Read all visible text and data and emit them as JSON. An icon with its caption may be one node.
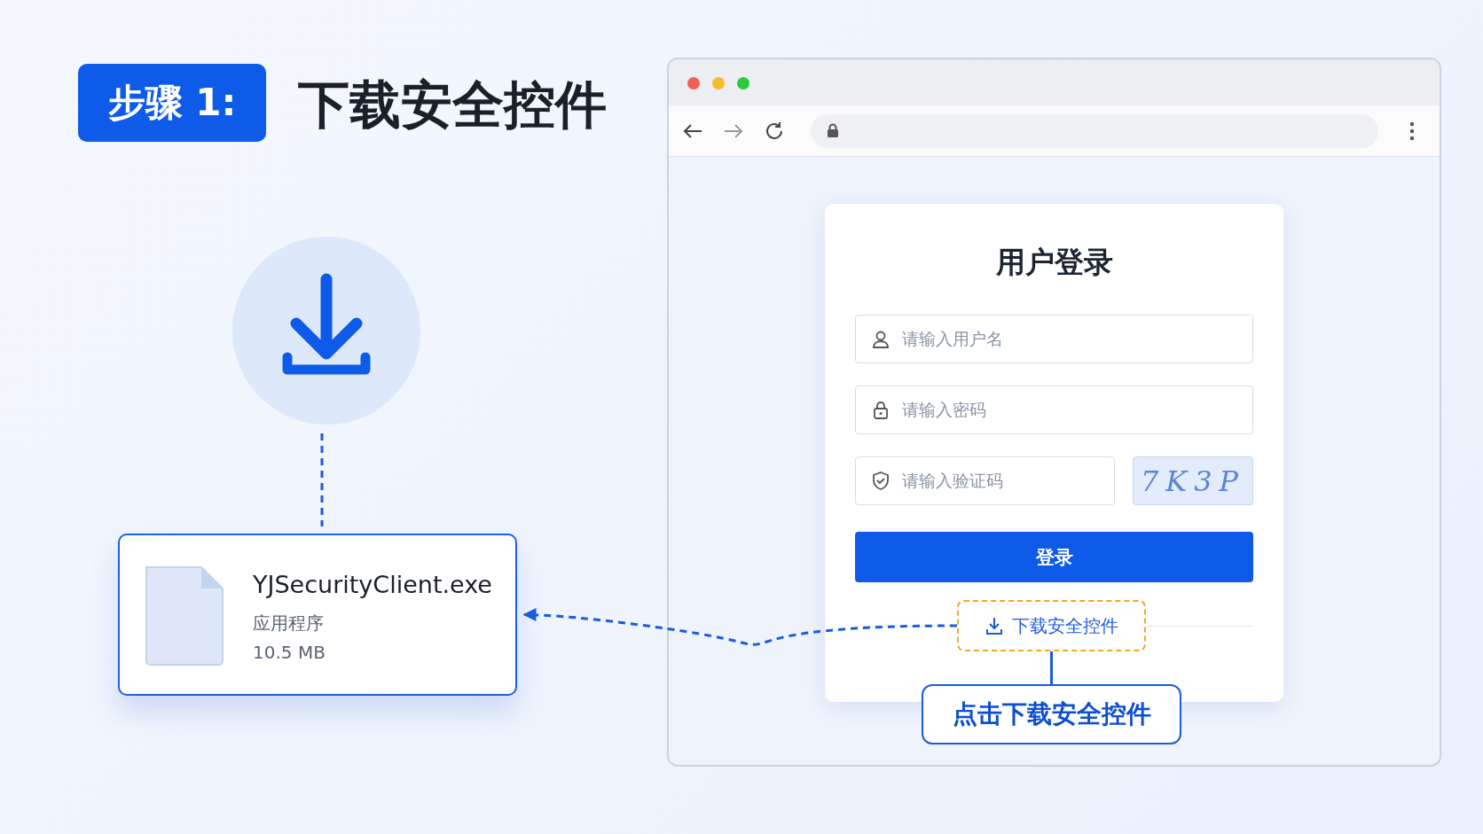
{
  "diagram": {
    "title": "下载安全控件",
    "nodes": [
      {
        "text": [],
        "shape": "circle"
      },
      {
        "text": [
          "YJSecurityClient.exe",
          "应用程序",
          "10.5 MB"
        ]
      },
      {
        "text": [],
        "shape": "box"
      },
      {
        "text": [
          "用户登录"
        ],
        "in": 2
      },
      {
        "text": [
          "请输入用户名"
        ],
        "in": 3
      },
      {
        "text": [
          "请输入密码"
        ],
        "in": 3
      },
      {
        "text": [
          "请输入验证码"
        ],
        "in": 3
      },
      {
        "text": [
          "7K3P"
        ],
        "in": 3
      },
      {
        "text": [
          "登录"
        ],
        "in": 3
      },
      {
        "text": [
          "下载安全控件"
        ],
        "in": 3
      },
      {
        "text": [
          "点击下载安全控件"
        ],
        "in": 2
      }
    ],
    "edges": [
      {
        "from": 0,
        "to": 1,
        "arrow": "none",
        "style": "dashed"
      },
      {
        "from": 9,
        "to": 1,
        "arrow": "to",
        "style": "dashed"
      },
      {
        "from": 10,
        "to": 9,
        "arrow": "none"
      }
    ],
    "labels": [
      "步骤 1:"
    ]
  }
}
